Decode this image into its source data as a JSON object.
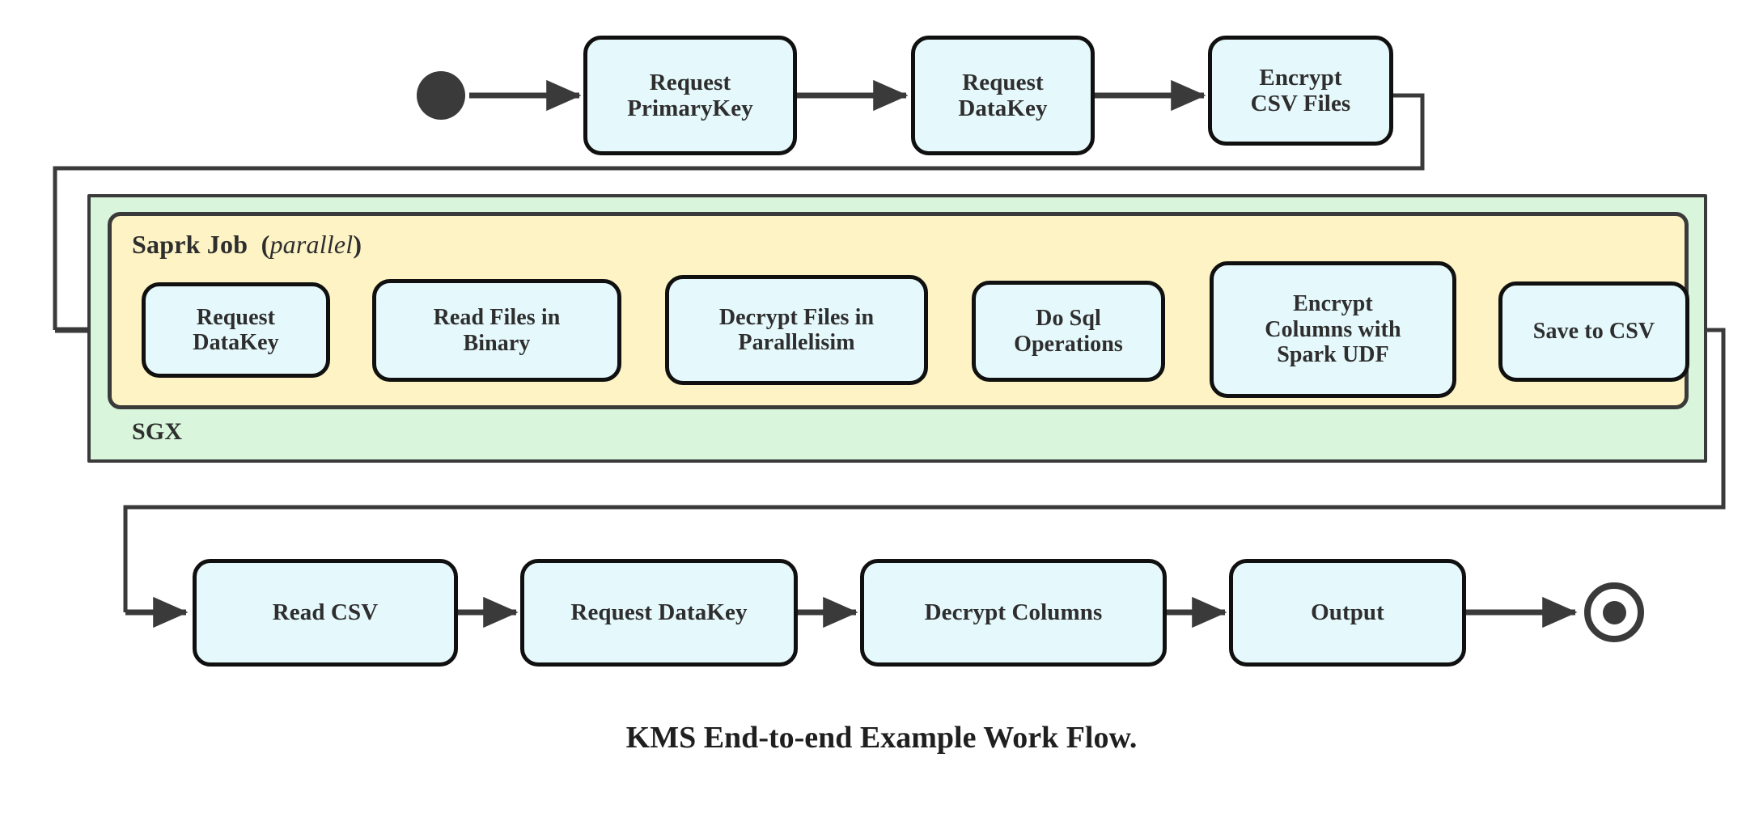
{
  "diagram": {
    "title": "KMS End-to-end Example Work Flow.",
    "colors": {
      "node_fill": "#e5f8fb",
      "node_stroke": "#101010",
      "sgx_fill": "#d9f5dc",
      "spark_fill": "#fdf3c4",
      "edge_stroke": "#3a3a3a",
      "text": "#2e2e2e",
      "page_background": "#ffffff"
    },
    "regions": {
      "sgx": {
        "label": "SGX"
      },
      "spark": {
        "label": "Saprk Job",
        "qualifier_open": "(",
        "qualifier": "parallel",
        "qualifier_close": ")"
      }
    },
    "terminals": {
      "start": {
        "name": "start-node",
        "shape": "filled-circle"
      },
      "end": {
        "name": "end-node",
        "shape": "bullseye-circle"
      }
    },
    "rows": {
      "top": {
        "nodes": [
          {
            "id": "request-primarykey",
            "lines": [
              "Request",
              "PrimaryKey"
            ]
          },
          {
            "id": "request-datakey-top",
            "lines": [
              "Request",
              "DataKey"
            ]
          },
          {
            "id": "encrypt-csv-files",
            "lines": [
              "Encrypt",
              "CSV Files"
            ]
          }
        ]
      },
      "spark": {
        "nodes": [
          {
            "id": "request-datakey-spark",
            "lines": [
              "Request",
              "DataKey"
            ]
          },
          {
            "id": "read-files-in-binary",
            "lines": [
              "Read Files in",
              "Binary"
            ]
          },
          {
            "id": "decrypt-files-in-parallelisim",
            "lines": [
              "Decrypt Files in",
              "Parallelisim"
            ]
          },
          {
            "id": "do-sql-operations",
            "lines": [
              "Do Sql",
              "Operations"
            ]
          },
          {
            "id": "encrypt-columns-with-spark-udf",
            "lines": [
              "Encrypt",
              "Columns with",
              "Spark UDF"
            ]
          },
          {
            "id": "save-to-csv",
            "lines": [
              "Save to CSV"
            ]
          }
        ]
      },
      "bottom": {
        "nodes": [
          {
            "id": "read-csv",
            "lines": [
              "Read CSV"
            ]
          },
          {
            "id": "request-datakey-bottom",
            "lines": [
              "Request DataKey"
            ]
          },
          {
            "id": "decrypt-columns",
            "lines": [
              "Decrypt Columns"
            ]
          },
          {
            "id": "output",
            "lines": [
              "Output"
            ]
          }
        ]
      }
    },
    "flow_sequence": [
      "start",
      "Request PrimaryKey",
      "Request DataKey",
      "Encrypt CSV Files",
      "Request DataKey",
      "Read Files in Binary",
      "Decrypt Files in Parallelisim",
      "Do Sql Operations",
      "Encrypt Columns with Spark UDF",
      "Save to CSV",
      "Read CSV",
      "Request DataKey",
      "Decrypt Columns",
      "Output",
      "end"
    ]
  }
}
